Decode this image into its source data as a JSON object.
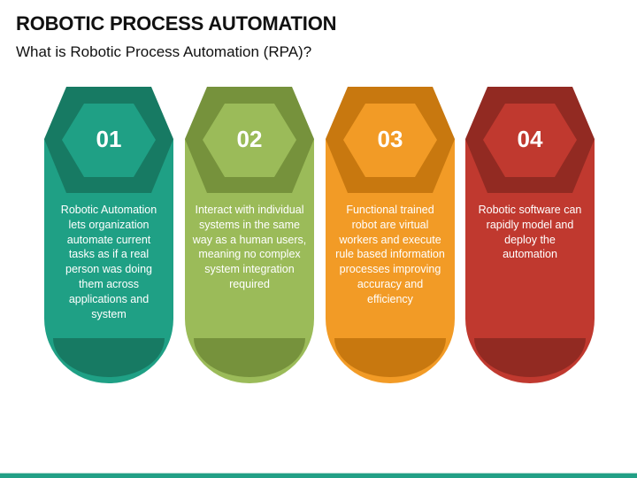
{
  "header": {
    "title": "ROBOTIC PROCESS AUTOMATION",
    "subtitle": "What is Robotic Process Automation (RPA)?"
  },
  "cards": [
    {
      "number": "01",
      "color": "#1fa085",
      "dark": "#177a63",
      "lines": [
        "Robotic Automation",
        "lets organization",
        "automate current",
        "tasks as if a real",
        "person was doing",
        "them across",
        "applications and",
        "system"
      ]
    },
    {
      "number": "02",
      "color": "#9bbb59",
      "dark": "#76923c",
      "lines": [
        "Interact with individual",
        "systems in the same",
        "way as a human users,",
        "meaning no complex",
        "system integration",
        "required"
      ]
    },
    {
      "number": "03",
      "color": "#f29b26",
      "dark": "#c8780f",
      "lines": [
        "Functional trained",
        "robot are virtual",
        "workers and execute",
        "rule based information",
        "processes improving",
        "accuracy and",
        "efficiency"
      ]
    },
    {
      "number": "04",
      "color": "#c0392f",
      "dark": "#922a22",
      "lines": [
        "Robotic software can",
        "rapidly model and",
        "deploy the",
        "automation"
      ]
    }
  ]
}
